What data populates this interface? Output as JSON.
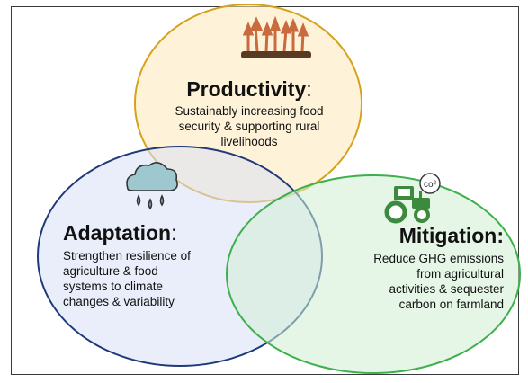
{
  "circles": {
    "productivity": {
      "title": "Productivity",
      "suffix": ":",
      "desc_lines": [
        "Sustainably increasing food",
        "security & supporting rural",
        "livelihoods"
      ],
      "fill": "#fde9b8",
      "stroke": "#d6a21a",
      "icon": "wheat-field-icon"
    },
    "adaptation": {
      "title": "Adaptation",
      "suffix": ":",
      "desc_lines": [
        "Strengthen resilience of",
        "agriculture & food",
        "systems  to climate",
        "changes & variability"
      ],
      "fill": "#d8e0f6",
      "stroke": "#1f3a7a",
      "icon": "rain-cloud-icon"
    },
    "mitigation": {
      "title": "Mitigation:",
      "desc_lines": [
        "Reduce GHG emissions",
        "from agricultural",
        "activities & sequester",
        "carbon on farmland"
      ],
      "fill": "#cfeed4",
      "stroke": "#3db04b",
      "icon": "tractor-co2-icon",
      "co2_label": "co²"
    }
  },
  "colors": {
    "wheat": "#c96a3f",
    "soil": "#5a3a22",
    "cloud": "#9fc7cf",
    "cloud_stroke": "#333333",
    "tractor": "#3c8a3d",
    "frame": "#3a3a3a"
  }
}
